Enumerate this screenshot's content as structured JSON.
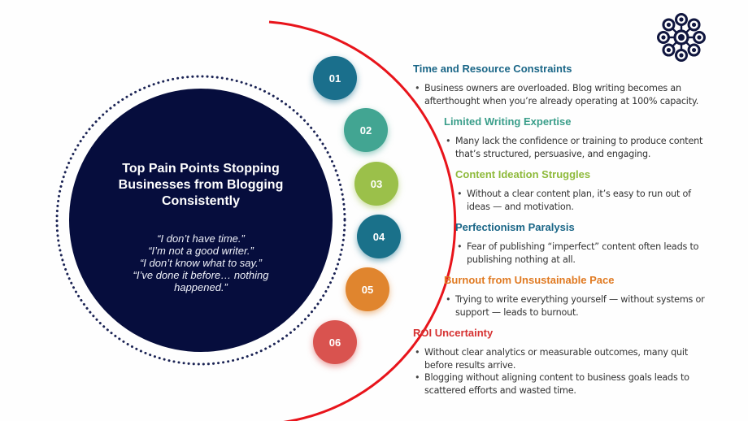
{
  "center": {
    "title_lines": [
      "Top Pain Points Stopping",
      "Businesses from Blogging",
      "Consistently"
    ],
    "quotes": [
      "“I don’t have time.”",
      "“I’m not a good writer.”",
      "“I don’t know what to say.”",
      "“I’ve done it before… nothing",
      "happened.”"
    ]
  },
  "logo_icon": "network-flower-icon",
  "colors": {
    "navy": "#060d3d",
    "arc": "#e8141b",
    "step1": "#1a6f8c",
    "step2": "#42a592",
    "step3": "#9bc04a",
    "step4": "#1a718a",
    "step5": "#e0852e",
    "step6": "#d9534f"
  },
  "steps": [
    {
      "number": "01",
      "title": "Time and Resource Constraints",
      "title_color": "#1a6687",
      "bullets": [
        "Business owners are overloaded. Blog writing becomes an afterthought when you’re already operating at 100% capacity."
      ]
    },
    {
      "number": "02",
      "title": "Limited Writing Expertise",
      "title_color": "#3a9e8a",
      "bullets": [
        "Many lack the confidence or training to produce content that’s structured, persuasive, and engaging."
      ]
    },
    {
      "number": "03",
      "title": "Content Ideation Struggles",
      "title_color": "#8fba3c",
      "bullets": [
        "Without a clear content plan, it’s easy to run out of ideas — and motivation."
      ]
    },
    {
      "number": "04",
      "title": "Perfectionism Paralysis",
      "title_color": "#1a6687",
      "bullets": [
        "Fear of publishing “imperfect” content often leads to publishing nothing at all."
      ]
    },
    {
      "number": "05",
      "title": "Burnout from Unsustainable Pace",
      "title_color": "#e07a22",
      "bullets": [
        "Trying to write everything yourself — without systems or support — leads to burnout."
      ]
    },
    {
      "number": "06",
      "title": "ROI Uncertainty",
      "title_color": "#d63232",
      "bullets": [
        "Without clear analytics or measurable outcomes, many quit before results arrive.",
        "Blogging without aligning content to business goals leads to scattered efforts and wasted time."
      ]
    }
  ]
}
